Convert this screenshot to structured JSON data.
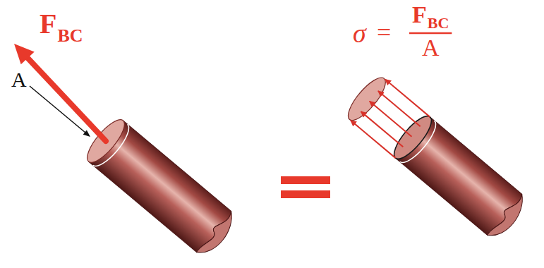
{
  "diagram": {
    "labels": [
      "F",
      "BC",
      "A",
      "σ",
      "=",
      "F",
      "BC",
      "A"
    ]
  }
}
